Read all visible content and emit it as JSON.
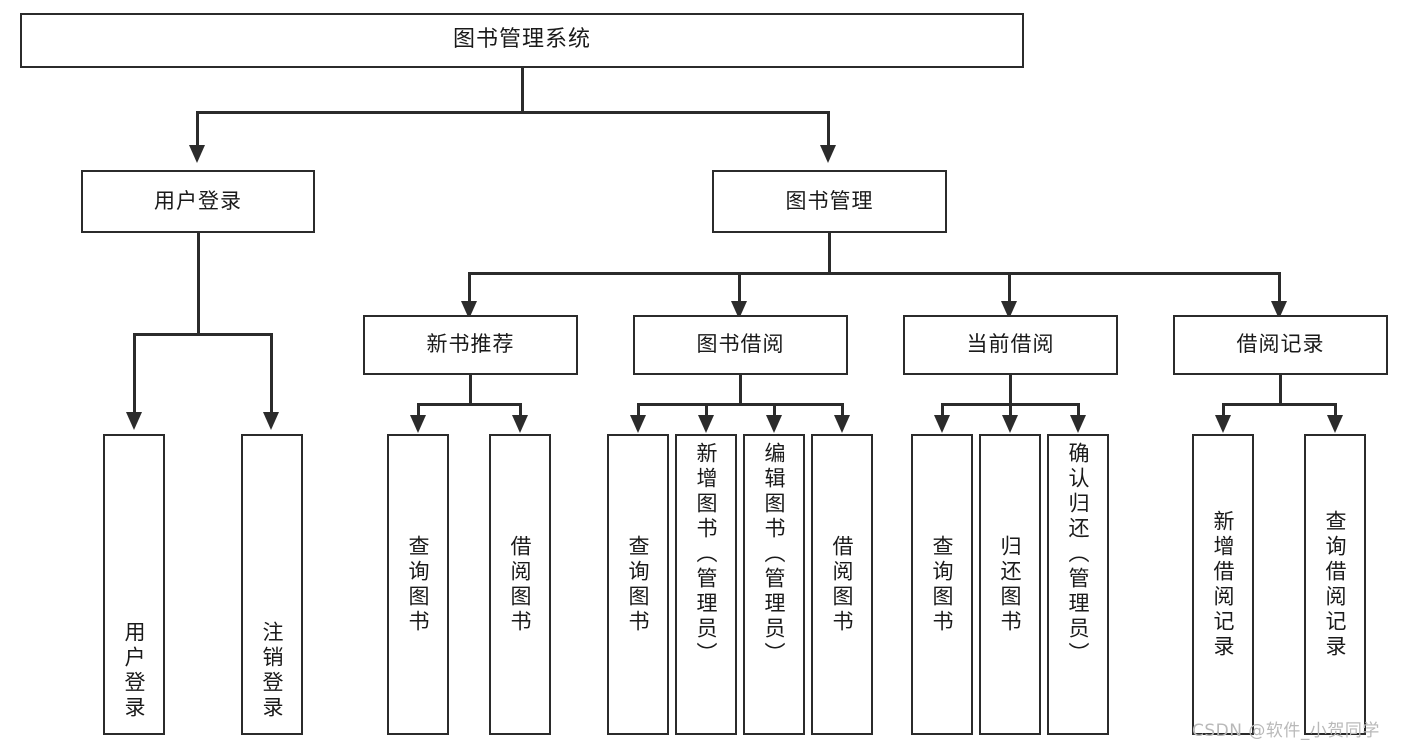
{
  "diagram": {
    "type": "tree",
    "title": "图书管理系统",
    "root": {
      "label": "图书管理系统"
    },
    "level2": [
      {
        "label": "用户登录"
      },
      {
        "label": "图书管理"
      }
    ],
    "level3": [
      {
        "label": "新书推荐"
      },
      {
        "label": "图书借阅"
      },
      {
        "label": "当前借阅"
      },
      {
        "label": "借阅记录"
      }
    ],
    "leaves": {
      "user_login": [
        {
          "label": "用户登录"
        },
        {
          "label": "注销登录"
        }
      ],
      "new_book": [
        {
          "label": "查询图书"
        },
        {
          "label": "借阅图书"
        }
      ],
      "borrow_book": [
        {
          "label": "查询图书"
        },
        {
          "label": "新增图书（管理员）"
        },
        {
          "label": "编辑图书（管理员）"
        },
        {
          "label": "借阅图书"
        }
      ],
      "current_borrow": [
        {
          "label": "查询图书"
        },
        {
          "label": "归还图书"
        },
        {
          "label": "确认归还（管理员）"
        }
      ],
      "borrow_record": [
        {
          "label": "新增借阅记录"
        },
        {
          "label": "查询借阅记录"
        }
      ]
    }
  },
  "watermark": {
    "text": "CSDN @软件_小贺同学"
  },
  "colors": {
    "box_border": "#2b2b2b",
    "box_fill": "#ffffff",
    "text": "#1a1a1a",
    "connector": "#2b2b2b",
    "watermark": "#b9b9b9"
  }
}
